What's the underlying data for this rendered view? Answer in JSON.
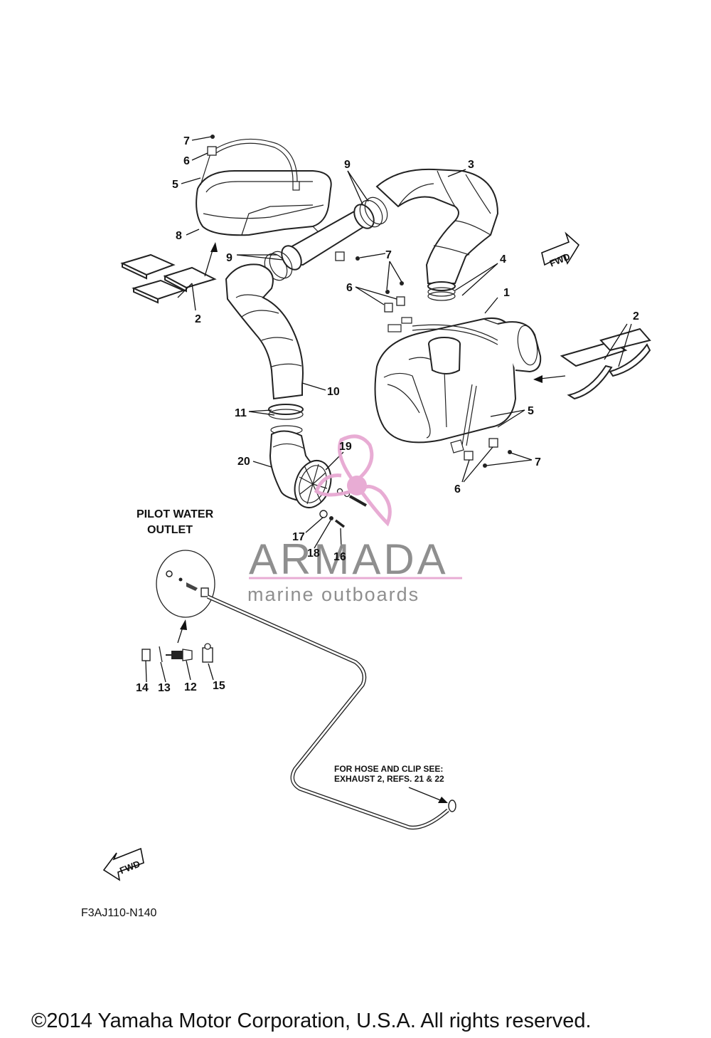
{
  "callouts": [
    {
      "id": "c1",
      "text": "1"
    },
    {
      "id": "c2a",
      "text": "2"
    },
    {
      "id": "c2b",
      "text": "2"
    },
    {
      "id": "c3",
      "text": "3"
    },
    {
      "id": "c4",
      "text": "4"
    },
    {
      "id": "c5a",
      "text": "5"
    },
    {
      "id": "c5b",
      "text": "5"
    },
    {
      "id": "c6a",
      "text": "6"
    },
    {
      "id": "c6b",
      "text": "6"
    },
    {
      "id": "c6c",
      "text": "6"
    },
    {
      "id": "c7a",
      "text": "7"
    },
    {
      "id": "c7b",
      "text": "7"
    },
    {
      "id": "c7c",
      "text": "7"
    },
    {
      "id": "c8",
      "text": "8"
    },
    {
      "id": "c9a",
      "text": "9"
    },
    {
      "id": "c9b",
      "text": "9"
    },
    {
      "id": "c10",
      "text": "10"
    },
    {
      "id": "c11",
      "text": "11"
    },
    {
      "id": "c12",
      "text": "12"
    },
    {
      "id": "c13",
      "text": "13"
    },
    {
      "id": "c14",
      "text": "14"
    },
    {
      "id": "c15",
      "text": "15"
    },
    {
      "id": "c16",
      "text": "16"
    },
    {
      "id": "c17",
      "text": "17"
    },
    {
      "id": "c18",
      "text": "18"
    },
    {
      "id": "c19",
      "text": "19"
    },
    {
      "id": "c20",
      "text": "20"
    }
  ],
  "pilot_outlet": {
    "line1": "PILOT WATER",
    "line2": "OUTLET"
  },
  "hose_note": {
    "line1": "FOR HOSE AND CLIP SEE:",
    "line2": "EXHAUST 2, REFS. 21 & 22"
  },
  "fwd_label": "FWD",
  "diagram_code": "F3AJ110-N140",
  "watermark": {
    "brand": "ARMADA",
    "tagline": "marine outboards",
    "color": "#e7a8d2",
    "text_color": "#8a8a8a"
  },
  "copyright": "©2014 Yamaha Motor Corporation, U.S.A. All rights reserved."
}
